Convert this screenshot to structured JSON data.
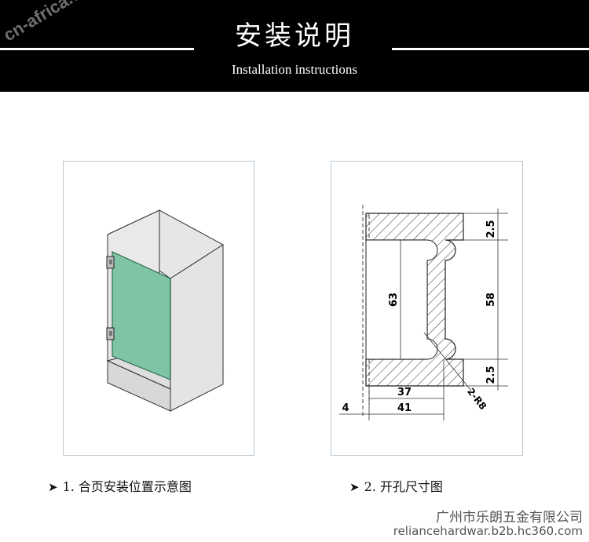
{
  "header": {
    "title_cn": "安装说明",
    "title_en": "Installation instructions"
  },
  "watermark": "cn-africa.cn",
  "diagram1": {
    "caption_arrow": "➤",
    "caption": "1. 合页安装位置示意图"
  },
  "diagram2": {
    "caption_arrow": "➤",
    "caption": "2. 开孔尺寸图",
    "dimensions": {
      "top_gap": "2.5",
      "height_total": "63",
      "height_inner": "58",
      "bottom_gap": "2.5",
      "depth_inner": "37",
      "depth_outer": "41",
      "offset": "4",
      "radius": "2-R8"
    }
  },
  "footer": {
    "company": "广州市乐朗五金有限公司",
    "site": "reliancehardwar.b2b.hc360.com"
  },
  "colors": {
    "banner": "#000000",
    "glass": "#7fc4a4",
    "panel_border": "#b9c6d2"
  }
}
